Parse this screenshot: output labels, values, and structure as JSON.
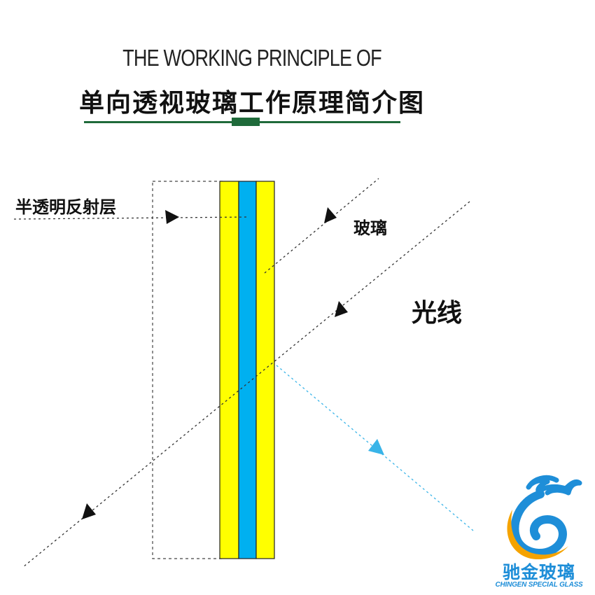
{
  "title": {
    "en": "THE WORKING PRINCIPLE OF",
    "cn": "单向透视玻璃工作原理简介图"
  },
  "labels": {
    "reflective_layer": "半透明反射层",
    "glass": "玻璃",
    "light": "光线"
  },
  "brand": {
    "name_cn": "驰金玻璃",
    "name_en": "CHINGEN SPECIAL GLASS"
  },
  "colors": {
    "glass_yellow": "#ffff00",
    "reflective_blue": "#00b0f0",
    "accent_green": "#1f6a3a",
    "reflected_ray": "#39b4e8",
    "brand_blue": "#1e8ed8",
    "brand_orange": "#f5a300"
  },
  "layers": [
    "glass",
    "reflective-film",
    "glass"
  ]
}
